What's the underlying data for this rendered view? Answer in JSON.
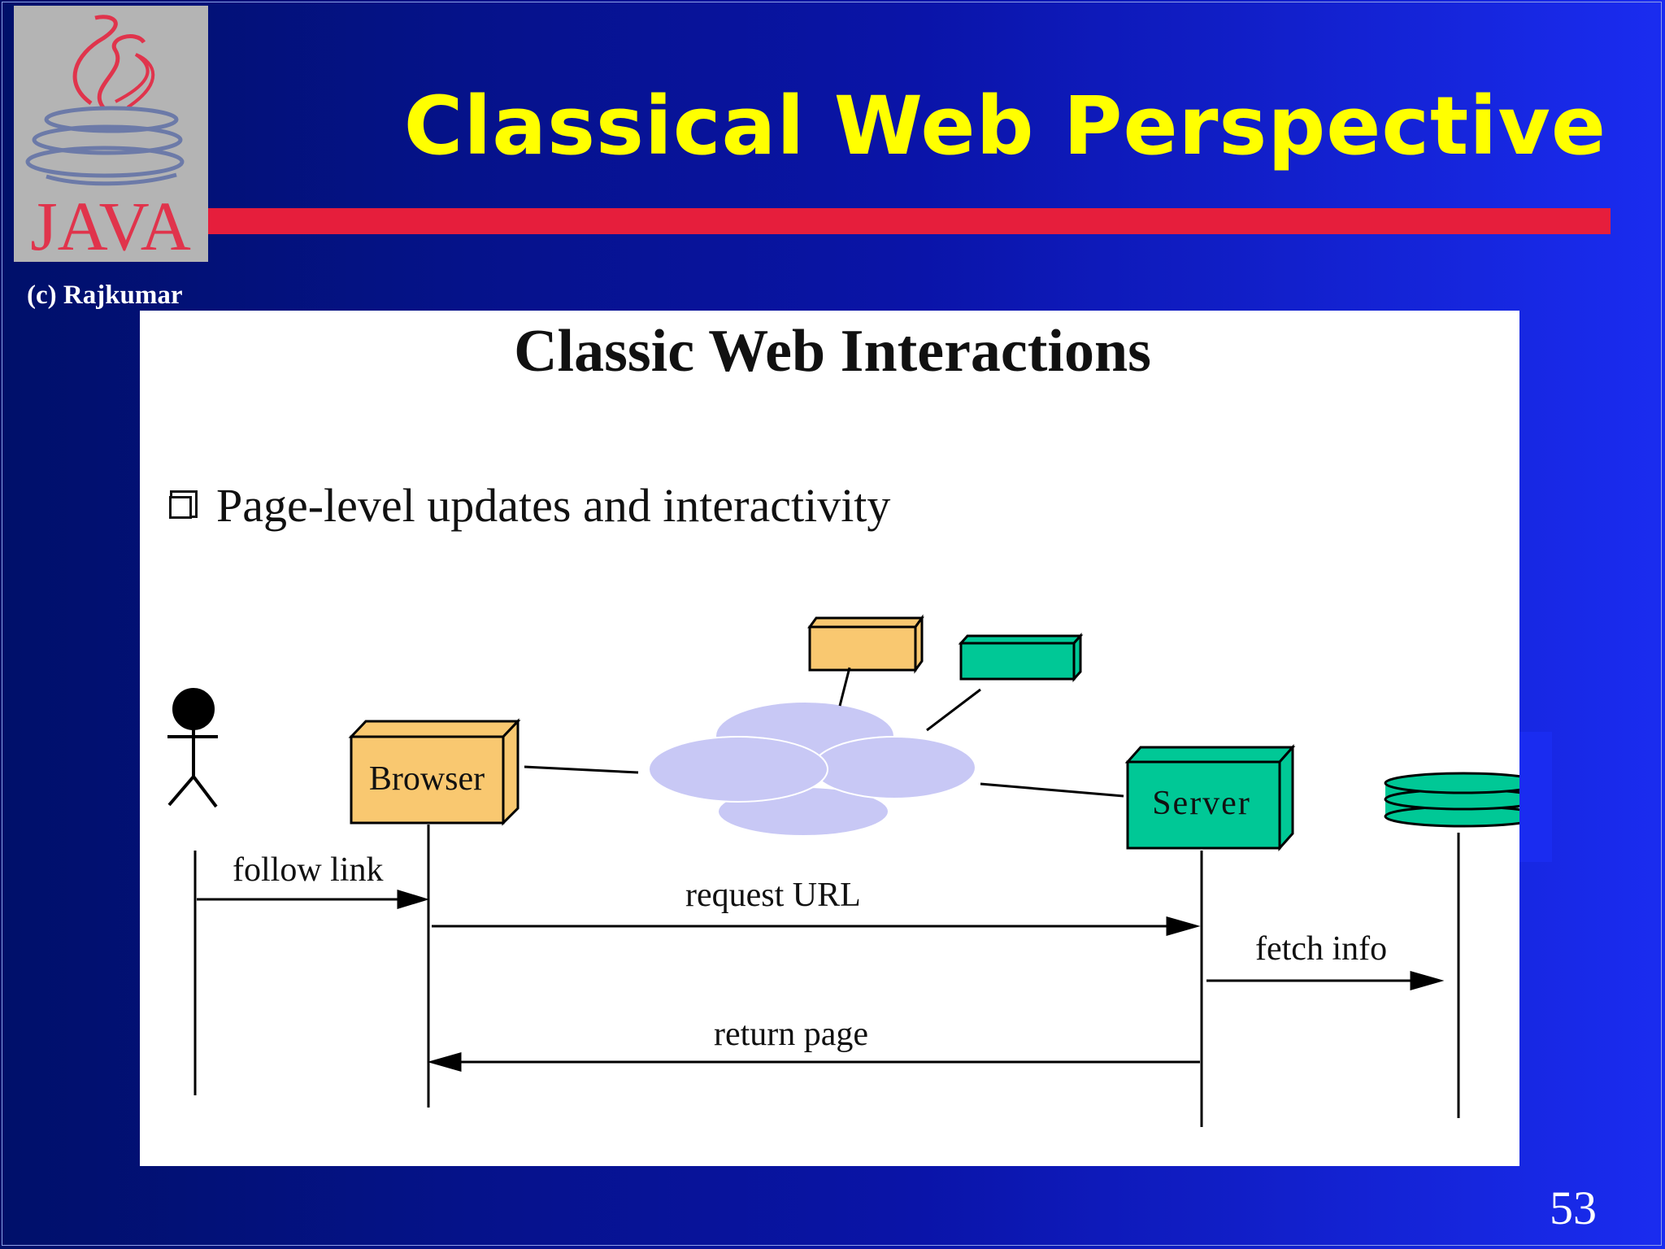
{
  "slide": {
    "title": "Classical Web Perspective",
    "copyright": "(c) Rajkumar",
    "page_number": "53",
    "logo_text": "JAVA"
  },
  "panel": {
    "heading": "Classic Web Interactions",
    "bullet": "Page-level updates and interactivity"
  },
  "diagram": {
    "nodes": {
      "browser": "Browser",
      "server": "Server"
    },
    "messages": {
      "follow_link": "follow link",
      "request_url": "request URL",
      "fetch_info": "fetch info",
      "return_page": "return page"
    }
  },
  "colors": {
    "title": "#ffff00",
    "accent_bar": "#e61e3c",
    "browser_box": "#f9c870",
    "server_box": "#00c896",
    "cloud": "#c8c8f5"
  }
}
